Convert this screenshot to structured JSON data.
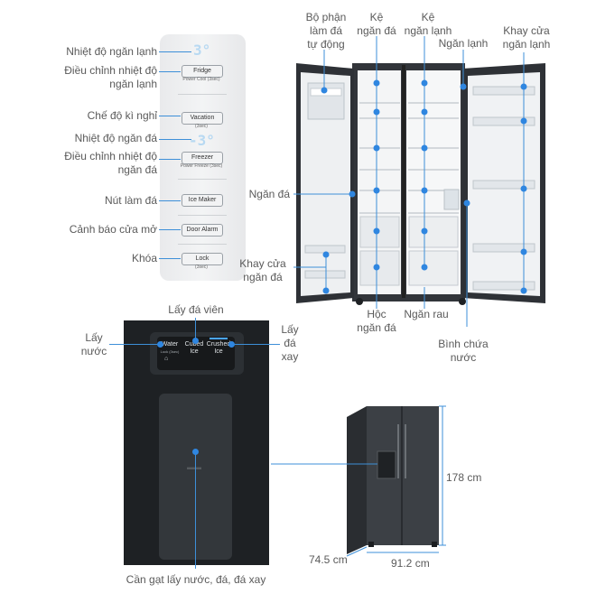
{
  "panel": {
    "labels": {
      "fridge_temp": "Nhiệt độ ngăn lạnh",
      "fridge_adjust": "Điều chỉnh nhiệt độ\nngăn lạnh",
      "vacation": "Chế độ kì nghỉ",
      "freezer_temp": "Nhiệt độ ngăn đá",
      "freezer_adjust": "Điều chỉnh nhiệt độ\nngăn đá",
      "ice_maker": "Nút làm đá",
      "door_alarm": "Cảnh báo cửa mở",
      "lock": "Khóa"
    },
    "buttons": {
      "fridge": "Fridge",
      "fridge_sub": "Power Cool (3sec)",
      "vacation": "Vacation",
      "vacation_sub": "(3sec)",
      "freezer": "Freezer",
      "freezer_sub": "Power Freeze (3sec)",
      "ice_maker": "Ice Maker",
      "door_alarm": "Door Alarm",
      "lock": "Lock",
      "lock_sub": "(3sec)"
    },
    "displays": {
      "fridge": "3°",
      "freezer": "-3°"
    }
  },
  "interior": {
    "labels": {
      "ice_maker_unit": "Bộ phận\nlàm đá\ntự động",
      "freezer_shelf": "Kệ\nngăn đá",
      "fridge_shelf": "Kệ\nngăn lạnh",
      "fridge_compartment": "Ngăn lạnh",
      "fridge_door_tray": "Khay cửa\nngăn lạnh",
      "freezer_compartment": "Ngăn đá",
      "freezer_door_tray": "Khay cửa\nngăn đá",
      "freezer_drawer": "Hộc\nngăn đá",
      "vegetable_drawer": "Ngăn rau",
      "water_tank": "Bình chứa\nnước"
    }
  },
  "dispenser": {
    "labels": {
      "cubed": "Lấy đá viên",
      "water": "Lấy\nnước",
      "crushed": "Lấy\nđá\nxay",
      "lever": "Cần gạt lấy nước, đá, đá xay"
    },
    "screen": {
      "water": "Water",
      "water_sub": "Lock (3sec)",
      "cubed": "Cubed\nIce",
      "crushed": "Crushed\nIce"
    }
  },
  "dimensions": {
    "height": "178 cm",
    "depth": "74.5 cm",
    "width": "91.2 cm"
  },
  "colors": {
    "accent": "#2f86e0",
    "fridge_body": "#3a3d42",
    "panel_bg": "#eeeff1"
  }
}
